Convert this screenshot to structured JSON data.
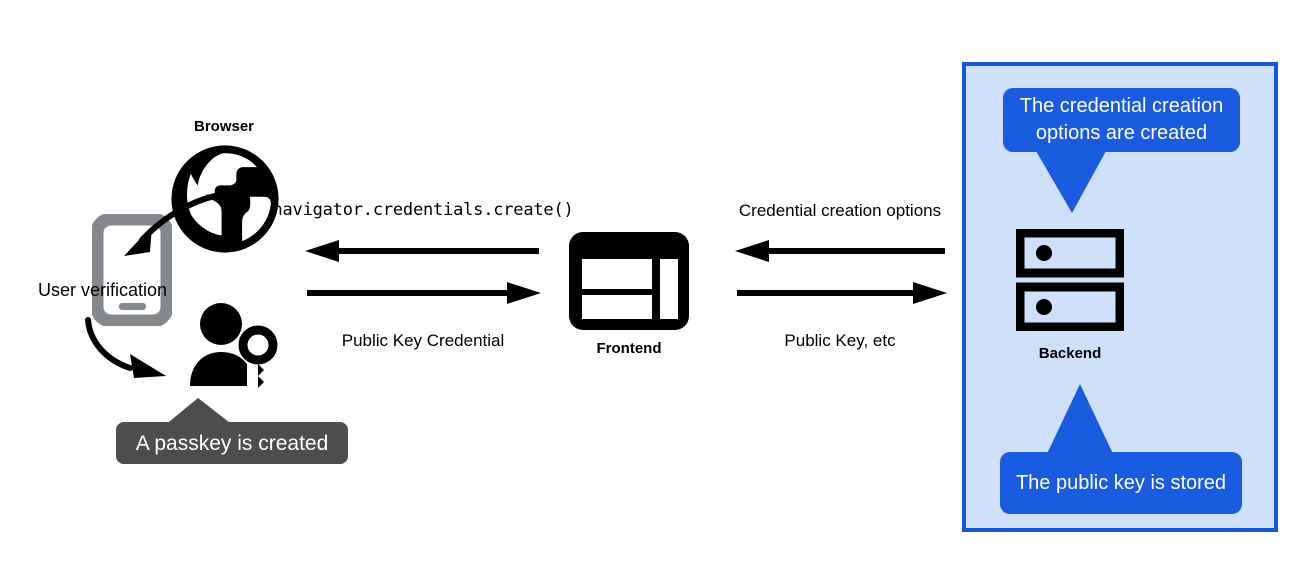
{
  "diagram": {
    "title": "WebAuthn passkey registration flow",
    "colors": {
      "panel_fill": "#cfe0fb",
      "panel_border": "#1558d6",
      "callout_blue": "#1a5ce0",
      "callout_dark": "#4d4d4d",
      "device_gray": "#85898d",
      "ink": "#000000"
    },
    "nodes": [
      {
        "id": "browser",
        "label": "Browser",
        "icon": "globe-icon"
      },
      {
        "id": "device",
        "label": "",
        "icon": "smartphone-icon"
      },
      {
        "id": "user",
        "label": "",
        "icon": "user-key-icon"
      },
      {
        "id": "frontend",
        "label": "Frontend",
        "icon": "web-layout-icon"
      },
      {
        "id": "backend",
        "label": "Backend",
        "icon": "server-stack-icon"
      }
    ],
    "flows": [
      {
        "id": "create-call",
        "label": "navigator.credentials.create()",
        "style": "code",
        "direction": "left"
      },
      {
        "id": "public-key-cred",
        "label": "Public Key Credential",
        "style": "plain",
        "direction": "right"
      },
      {
        "id": "creation-options",
        "label": "Credential creation options",
        "style": "plain",
        "direction": "left"
      },
      {
        "id": "public-key-etc",
        "label": "Public Key, etc",
        "style": "plain",
        "direction": "right"
      }
    ],
    "annotations": [
      {
        "id": "user-verification",
        "label": "User verification"
      }
    ],
    "callouts": [
      {
        "id": "passkey-created",
        "label": "A passkey is created",
        "variant": "dark",
        "pointer": "up"
      },
      {
        "id": "options-created",
        "label": "The credential creation options are created",
        "variant": "blue",
        "pointer": "down"
      },
      {
        "id": "public-key-stored",
        "label": "The public key is stored",
        "variant": "blue",
        "pointer": "up"
      }
    ]
  }
}
